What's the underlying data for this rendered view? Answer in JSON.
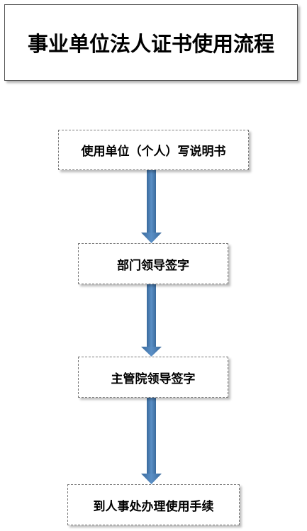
{
  "title": "事业单位法人证书使用流程",
  "steps": [
    {
      "label": "使用单位（个人）写说明书"
    },
    {
      "label": "部门领导签字"
    },
    {
      "label": "主管院领导签字"
    },
    {
      "label": "到人事处办理使用手续"
    }
  ],
  "colors": {
    "arrow": "#3d6fa3",
    "arrow_light": "#4f86c0",
    "border": "#555555",
    "text": "#000000"
  }
}
